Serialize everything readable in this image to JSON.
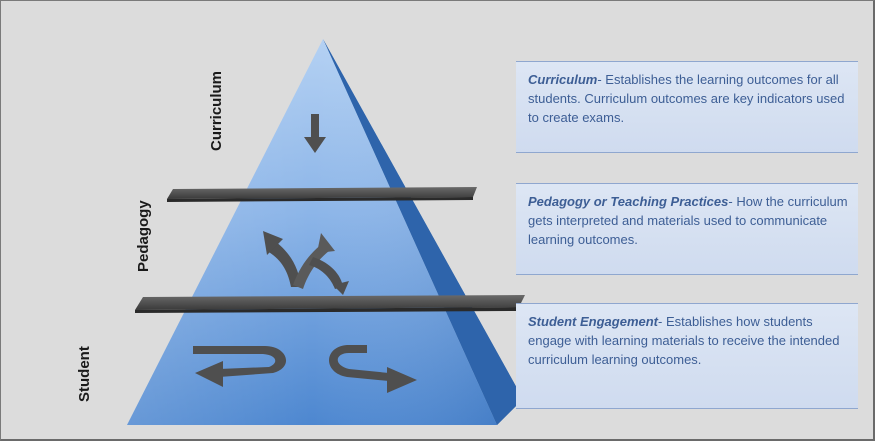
{
  "levels": [
    {
      "label": "Curriculum",
      "heading": "Curriculum",
      "description": "- Establishes the learning outcomes for all students. Curriculum outcomes are key indicators used to create exams."
    },
    {
      "label": "Pedagogy",
      "heading": "Pedagogy or Teaching Practices",
      "description": "- How the curriculum gets interpreted and materials used to communicate learning outcomes."
    },
    {
      "label": "Student",
      "heading": "Student Engagement",
      "description": "- Establishes how students engage with learning materials to receive the intended curriculum learning outcomes."
    }
  ],
  "colors": {
    "background": "#dcdcdc",
    "pyramid_light": "#a9c9ef",
    "pyramid_dark": "#3f7cc6",
    "pyramid_side": "#2f62a8",
    "divider_plate": "#4a4a4a",
    "arrow": "#4f4f4f",
    "text_box": "#d4dff1",
    "text_color": "#3d5e95"
  }
}
